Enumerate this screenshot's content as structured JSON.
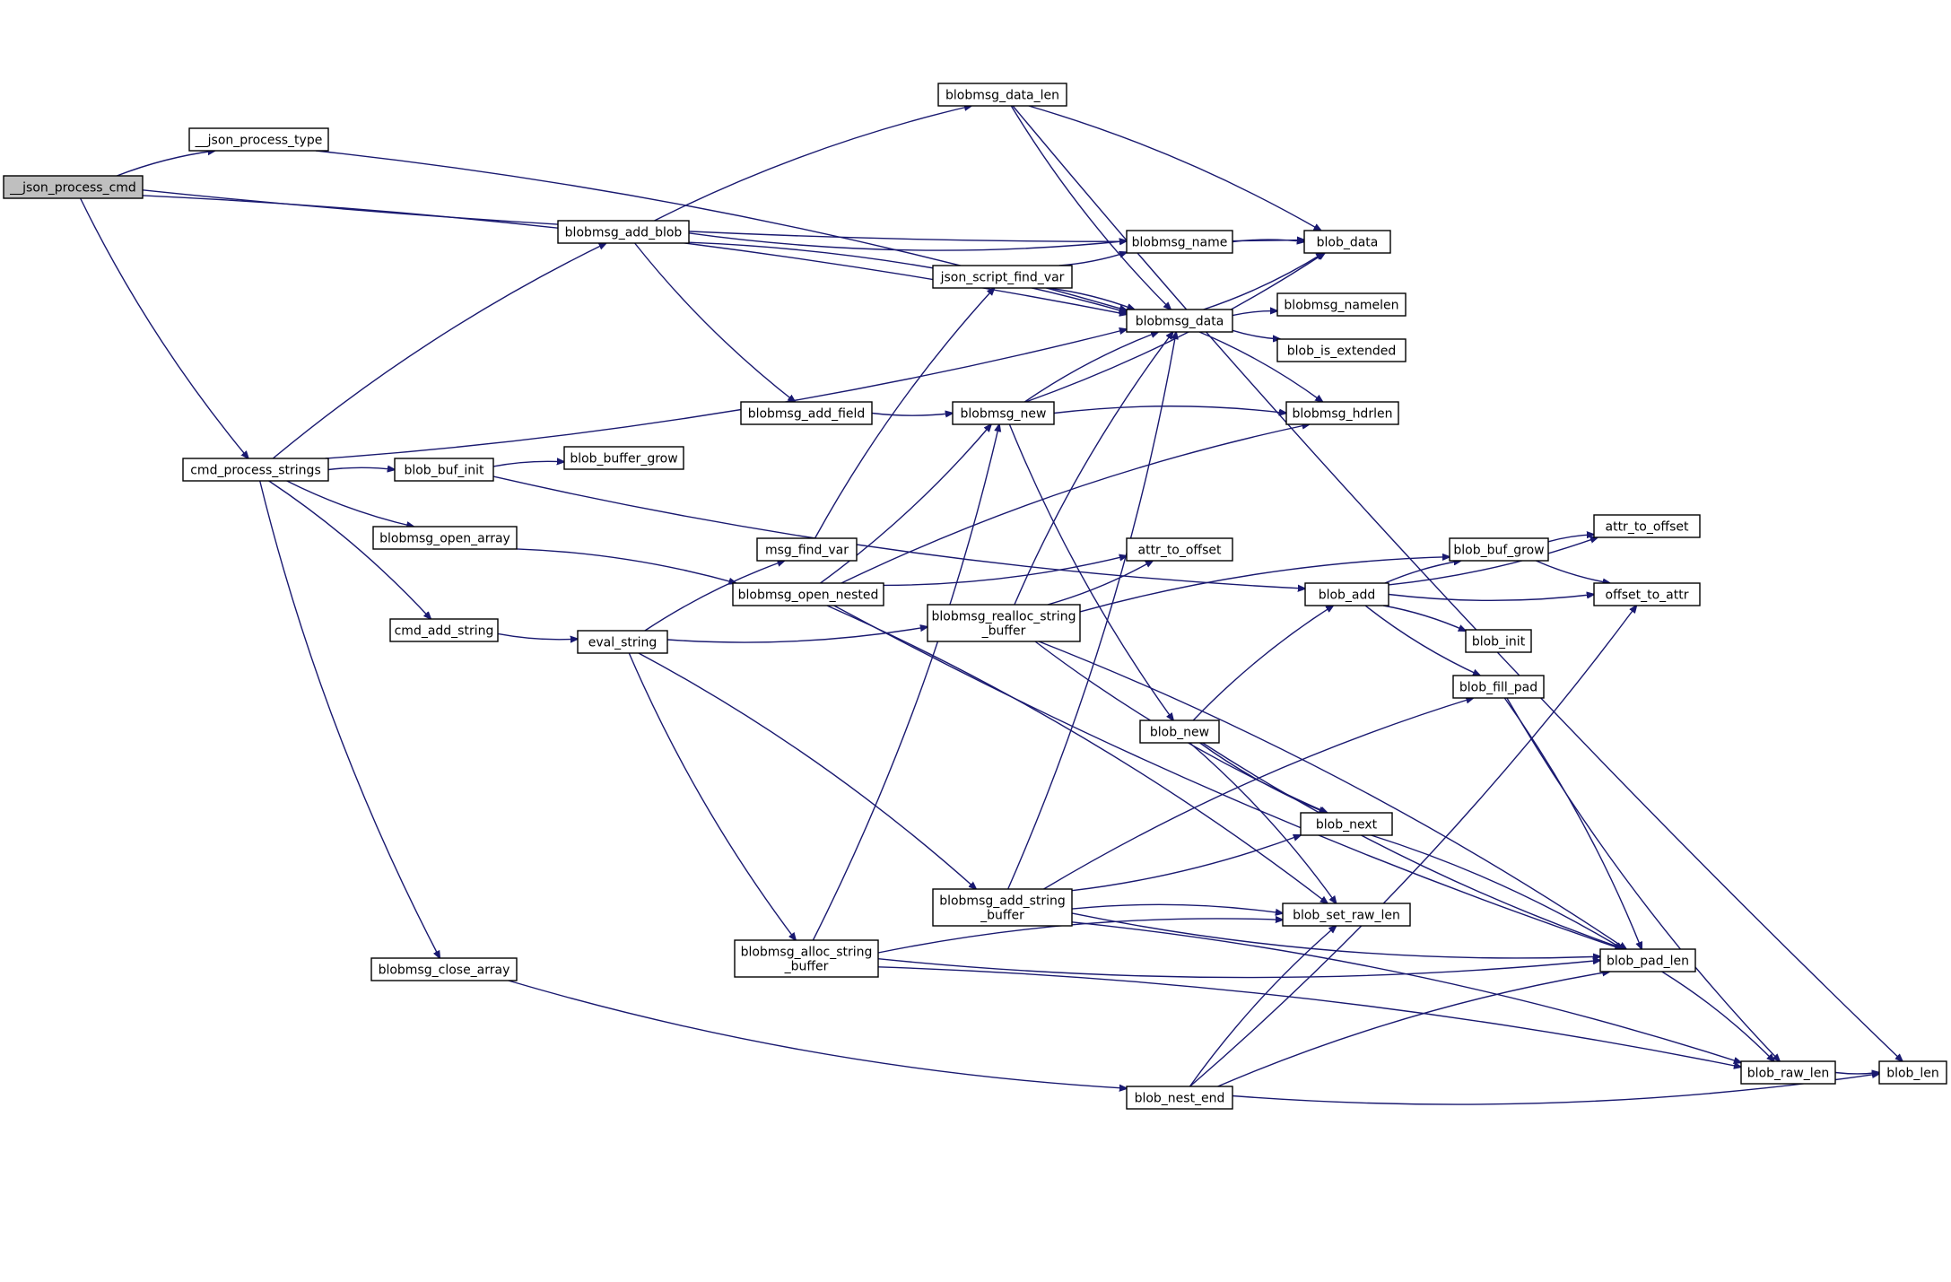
{
  "nodes": [
    {
      "id": "__json_process_cmd",
      "lines": [
        "__json_process_cmd"
      ],
      "root": true
    },
    {
      "id": "__json_process_type",
      "lines": [
        "__json_process_type"
      ]
    },
    {
      "id": "cmd_process_strings",
      "lines": [
        "cmd_process_strings"
      ]
    },
    {
      "id": "blobmsg_data_len",
      "lines": [
        "blobmsg_data_len"
      ]
    },
    {
      "id": "blob_data",
      "lines": [
        "blob_data"
      ]
    },
    {
      "id": "blob_len",
      "lines": [
        "blob_len"
      ]
    },
    {
      "id": "blobmsg_data",
      "lines": [
        "blobmsg_data"
      ]
    },
    {
      "id": "blobmsg_add_blob",
      "lines": [
        "blobmsg_add_blob"
      ]
    },
    {
      "id": "blobmsg_name",
      "lines": [
        "blobmsg_name"
      ]
    },
    {
      "id": "json_script_find_var",
      "lines": [
        "json_script_find_var"
      ]
    },
    {
      "id": "blobmsg_namelen",
      "lines": [
        "blobmsg_namelen"
      ]
    },
    {
      "id": "blob_is_extended",
      "lines": [
        "blob_is_extended"
      ]
    },
    {
      "id": "blobmsg_add_field",
      "lines": [
        "blobmsg_add_field"
      ]
    },
    {
      "id": "blobmsg_new",
      "lines": [
        "blobmsg_new"
      ]
    },
    {
      "id": "blobmsg_hdrlen",
      "lines": [
        "blobmsg_hdrlen"
      ]
    },
    {
      "id": "blob_buf_init",
      "lines": [
        "blob_buf_init"
      ]
    },
    {
      "id": "blob_buffer_grow",
      "lines": [
        "blob_buffer_grow"
      ]
    },
    {
      "id": "blobmsg_open_array",
      "lines": [
        "blobmsg_open_array"
      ]
    },
    {
      "id": "msg_find_var",
      "lines": [
        "msg_find_var"
      ]
    },
    {
      "id": "blobmsg_open_nested",
      "lines": [
        "blobmsg_open_nested"
      ]
    },
    {
      "id": "attr_to_offset_1",
      "lines": [
        "attr_to_offset"
      ]
    },
    {
      "id": "attr_to_offset_2",
      "lines": [
        "attr_to_offset"
      ]
    },
    {
      "id": "blob_buf_grow",
      "lines": [
        "blob_buf_grow"
      ]
    },
    {
      "id": "blob_add",
      "lines": [
        "blob_add"
      ]
    },
    {
      "id": "offset_to_attr",
      "lines": [
        "offset_to_attr"
      ]
    },
    {
      "id": "cmd_add_string",
      "lines": [
        "cmd_add_string"
      ]
    },
    {
      "id": "eval_string",
      "lines": [
        "eval_string"
      ]
    },
    {
      "id": "blobmsg_realloc_string_buffer",
      "lines": [
        "blobmsg_realloc_string",
        "_buffer"
      ]
    },
    {
      "id": "blob_init",
      "lines": [
        "blob_init"
      ]
    },
    {
      "id": "blob_fill_pad",
      "lines": [
        "blob_fill_pad"
      ]
    },
    {
      "id": "blob_new",
      "lines": [
        "blob_new"
      ]
    },
    {
      "id": "blob_next",
      "lines": [
        "blob_next"
      ]
    },
    {
      "id": "blobmsg_add_string_buffer",
      "lines": [
        "blobmsg_add_string",
        "_buffer"
      ]
    },
    {
      "id": "blob_set_raw_len",
      "lines": [
        "blob_set_raw_len"
      ]
    },
    {
      "id": "blobmsg_close_array",
      "lines": [
        "blobmsg_close_array"
      ]
    },
    {
      "id": "blobmsg_alloc_string_buffer",
      "lines": [
        "blobmsg_alloc_string",
        "_buffer"
      ]
    },
    {
      "id": "blob_pad_len",
      "lines": [
        "blob_pad_len"
      ]
    },
    {
      "id": "blob_nest_end",
      "lines": [
        "blob_nest_end"
      ]
    },
    {
      "id": "blob_raw_len",
      "lines": [
        "blob_raw_len"
      ]
    }
  ],
  "edges": [
    [
      "__json_process_cmd",
      "__json_process_type"
    ],
    [
      "__json_process_cmd",
      "blob_data"
    ],
    [
      "__json_process_cmd",
      "blobmsg_data"
    ],
    [
      "__json_process_cmd",
      "cmd_process_strings"
    ],
    [
      "__json_process_type",
      "blobmsg_data"
    ],
    [
      "blobmsg_data_len",
      "blob_len"
    ],
    [
      "blobmsg_data_len",
      "blob_data"
    ],
    [
      "blobmsg_data_len",
      "blobmsg_data"
    ],
    [
      "cmd_process_strings",
      "blobmsg_add_blob"
    ],
    [
      "cmd_process_strings",
      "blobmsg_data"
    ],
    [
      "cmd_process_strings",
      "blob_buf_init"
    ],
    [
      "cmd_process_strings",
      "blobmsg_open_array"
    ],
    [
      "cmd_process_strings",
      "cmd_add_string"
    ],
    [
      "cmd_process_strings",
      "blobmsg_close_array"
    ],
    [
      "blobmsg_add_blob",
      "blobmsg_data_len"
    ],
    [
      "blobmsg_add_blob",
      "blobmsg_name"
    ],
    [
      "blobmsg_add_blob",
      "blobmsg_data"
    ],
    [
      "blobmsg_add_blob",
      "blobmsg_add_field"
    ],
    [
      "blobmsg_name",
      "blob_data"
    ],
    [
      "json_script_find_var",
      "blobmsg_name"
    ],
    [
      "json_script_find_var",
      "blobmsg_data"
    ],
    [
      "blobmsg_data",
      "blob_data"
    ],
    [
      "blobmsg_data",
      "blobmsg_namelen"
    ],
    [
      "blobmsg_data",
      "blob_is_extended"
    ],
    [
      "blobmsg_data",
      "blobmsg_hdrlen"
    ],
    [
      "blobmsg_add_field",
      "blobmsg_new"
    ],
    [
      "blobmsg_new",
      "blobmsg_data"
    ],
    [
      "blobmsg_new",
      "blob_data"
    ],
    [
      "blobmsg_new",
      "blobmsg_hdrlen"
    ],
    [
      "blobmsg_new",
      "blob_new"
    ],
    [
      "blob_buf_init",
      "blob_buffer_grow"
    ],
    [
      "blob_buf_init",
      "blob_add"
    ],
    [
      "blobmsg_open_array",
      "blobmsg_open_nested"
    ],
    [
      "cmd_add_string",
      "eval_string"
    ],
    [
      "eval_string",
      "msg_find_var"
    ],
    [
      "eval_string",
      "blobmsg_realloc_string_buffer"
    ],
    [
      "eval_string",
      "blobmsg_add_string_buffer"
    ],
    [
      "eval_string",
      "blobmsg_alloc_string_buffer"
    ],
    [
      "msg_find_var",
      "json_script_find_var"
    ],
    [
      "blobmsg_open_nested",
      "blobmsg_new"
    ],
    [
      "blobmsg_open_nested",
      "blobmsg_hdrlen"
    ],
    [
      "blobmsg_open_nested",
      "attr_to_offset_1"
    ],
    [
      "blobmsg_open_nested",
      "blob_set_raw_len"
    ],
    [
      "blobmsg_open_nested",
      "blob_pad_len"
    ],
    [
      "blobmsg_realloc_string_buffer",
      "blobmsg_data"
    ],
    [
      "blobmsg_realloc_string_buffer",
      "attr_to_offset_1"
    ],
    [
      "blobmsg_realloc_string_buffer",
      "blob_buf_grow"
    ],
    [
      "blobmsg_realloc_string_buffer",
      "blob_next"
    ],
    [
      "blobmsg_realloc_string_buffer",
      "blob_pad_len"
    ],
    [
      "blob_add",
      "attr_to_offset_2"
    ],
    [
      "blob_add",
      "blob_buf_grow"
    ],
    [
      "blob_add",
      "offset_to_attr"
    ],
    [
      "blob_add",
      "blob_init"
    ],
    [
      "blob_add",
      "blob_fill_pad"
    ],
    [
      "blob_buf_grow",
      "attr_to_offset_2"
    ],
    [
      "blob_buf_grow",
      "offset_to_attr"
    ],
    [
      "blob_fill_pad",
      "blob_pad_len"
    ],
    [
      "blob_fill_pad",
      "blob_raw_len"
    ],
    [
      "blob_new",
      "blob_add"
    ],
    [
      "blob_new",
      "blob_next"
    ],
    [
      "blob_new",
      "blob_set_raw_len"
    ],
    [
      "blob_new",
      "blob_pad_len"
    ],
    [
      "blob_next",
      "blob_pad_len"
    ],
    [
      "blobmsg_add_string_buffer",
      "blobmsg_data"
    ],
    [
      "blobmsg_add_string_buffer",
      "blob_fill_pad"
    ],
    [
      "blobmsg_add_string_buffer",
      "blob_next"
    ],
    [
      "blobmsg_add_string_buffer",
      "blob_set_raw_len"
    ],
    [
      "blobmsg_add_string_buffer",
      "blob_pad_len"
    ],
    [
      "blobmsg_add_string_buffer",
      "blob_raw_len"
    ],
    [
      "blobmsg_alloc_string_buffer",
      "blobmsg_new"
    ],
    [
      "blobmsg_alloc_string_buffer",
      "blob_set_raw_len"
    ],
    [
      "blobmsg_alloc_string_buffer",
      "blob_pad_len"
    ],
    [
      "blobmsg_alloc_string_buffer",
      "blob_raw_len"
    ],
    [
      "blobmsg_close_array",
      "blob_nest_end"
    ],
    [
      "blob_nest_end",
      "blob_set_raw_len"
    ],
    [
      "blob_nest_end",
      "offset_to_attr"
    ],
    [
      "blob_nest_end",
      "blob_pad_len"
    ],
    [
      "blob_nest_end",
      "blob_len"
    ],
    [
      "blob_pad_len",
      "blob_raw_len"
    ],
    [
      "blob_raw_len",
      "blob_len"
    ]
  ]
}
